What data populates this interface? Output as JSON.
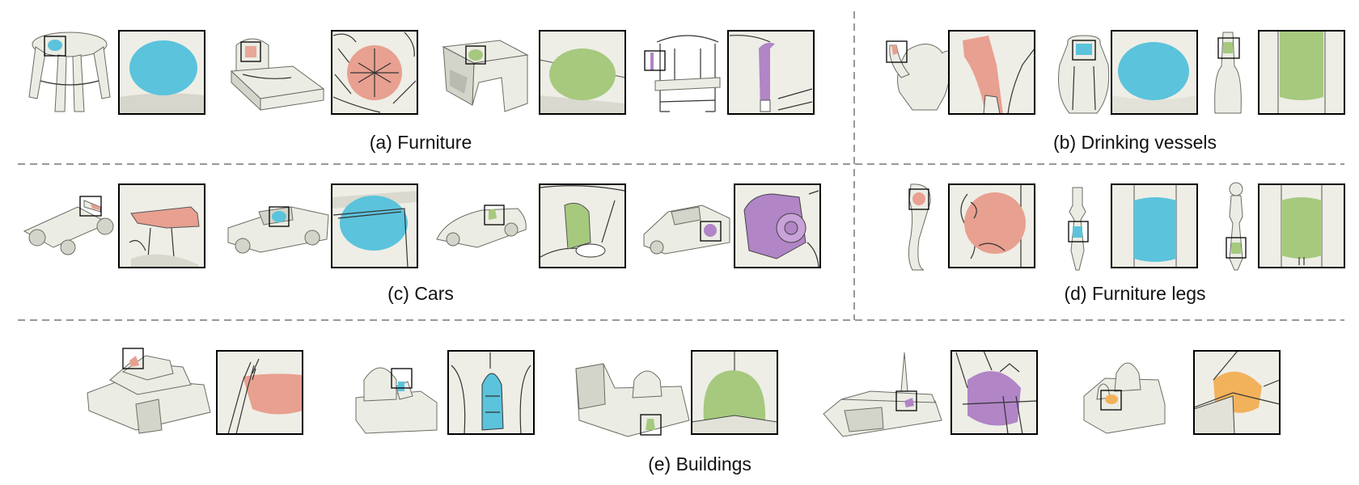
{
  "panels": {
    "furniture": {
      "caption": "(a) Furniture"
    },
    "drinking_vessels": {
      "caption": "(b) Drinking vessels"
    },
    "cars": {
      "caption": "(c) Cars"
    },
    "furniture_legs": {
      "caption": "(d) Furniture legs"
    },
    "buildings": {
      "caption": "(e) Buildings"
    }
  },
  "colors": {
    "blue": "#5bc3dc",
    "red": "#e8a090",
    "green": "#a6c97e",
    "purple": "#b185c6",
    "orange": "#f2b25c",
    "model": "#ebece3"
  }
}
